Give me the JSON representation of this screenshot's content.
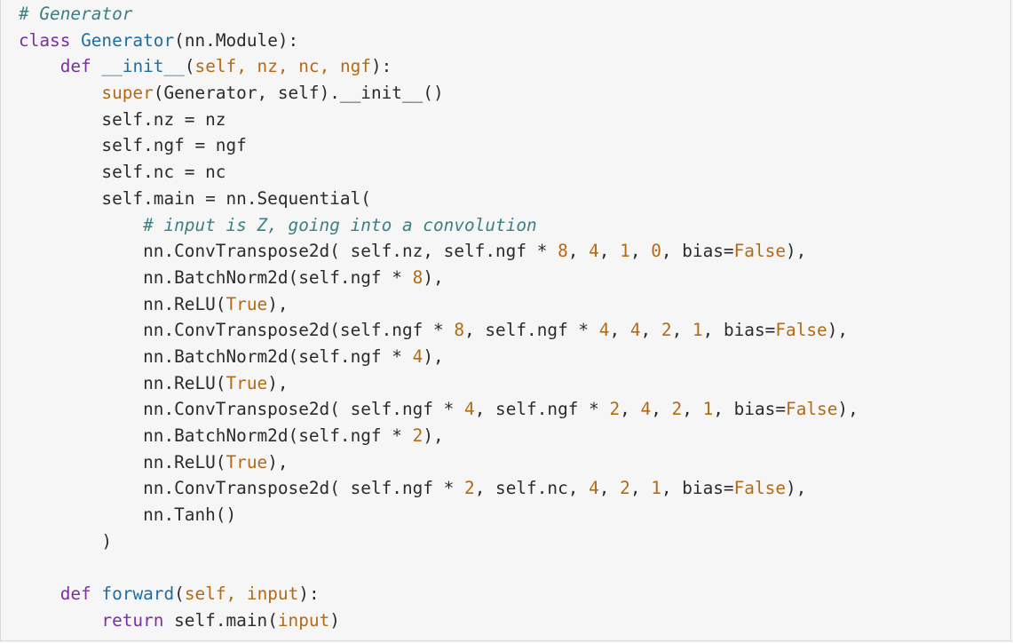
{
  "theme": {
    "background": "#f6f6f6",
    "border": "#d9d9d9",
    "plain": "#2b2b2b",
    "comment": "#3e7f86",
    "keyword": "#7a2fa3",
    "name": "#1e6e9e",
    "literal": "#b46a14"
  },
  "code": {
    "lines": [
      [
        [
          "comment",
          "# Generator"
        ]
      ],
      [
        [
          "keyword",
          "class"
        ],
        [
          "plain",
          " "
        ],
        [
          "class",
          "Generator"
        ],
        [
          "plain",
          "(nn.Module):"
        ]
      ],
      [
        [
          "plain",
          "    "
        ],
        [
          "keyword",
          "def"
        ],
        [
          "plain",
          " "
        ],
        [
          "fn",
          "__init__"
        ],
        [
          "plain",
          "("
        ],
        [
          "param",
          "self, nz, nc, ngf"
        ],
        [
          "plain",
          "):"
        ]
      ],
      [
        [
          "plain",
          "        "
        ],
        [
          "builtin",
          "super"
        ],
        [
          "plain",
          "(Generator, self).__init__()"
        ]
      ],
      [
        [
          "plain",
          "        self.nz = nz"
        ]
      ],
      [
        [
          "plain",
          "        self.ngf = ngf"
        ]
      ],
      [
        [
          "plain",
          "        self.nc = nc"
        ]
      ],
      [
        [
          "plain",
          "        self.main = nn.Sequential("
        ]
      ],
      [
        [
          "plain",
          "            "
        ],
        [
          "comment",
          "# input is Z, going into a convolution"
        ]
      ],
      [
        [
          "plain",
          "            nn.ConvTranspose2d( self.nz, self.ngf * "
        ],
        [
          "number",
          "8"
        ],
        [
          "plain",
          ", "
        ],
        [
          "number",
          "4"
        ],
        [
          "plain",
          ", "
        ],
        [
          "number",
          "1"
        ],
        [
          "plain",
          ", "
        ],
        [
          "number",
          "0"
        ],
        [
          "plain",
          ", bias="
        ],
        [
          "const",
          "False"
        ],
        [
          "plain",
          "),"
        ]
      ],
      [
        [
          "plain",
          "            nn.BatchNorm2d(self.ngf * "
        ],
        [
          "number",
          "8"
        ],
        [
          "plain",
          "),"
        ]
      ],
      [
        [
          "plain",
          "            nn.ReLU("
        ],
        [
          "const",
          "True"
        ],
        [
          "plain",
          "),"
        ]
      ],
      [
        [
          "plain",
          "            nn.ConvTranspose2d(self.ngf * "
        ],
        [
          "number",
          "8"
        ],
        [
          "plain",
          ", self.ngf * "
        ],
        [
          "number",
          "4"
        ],
        [
          "plain",
          ", "
        ],
        [
          "number",
          "4"
        ],
        [
          "plain",
          ", "
        ],
        [
          "number",
          "2"
        ],
        [
          "plain",
          ", "
        ],
        [
          "number",
          "1"
        ],
        [
          "plain",
          ", bias="
        ],
        [
          "const",
          "False"
        ],
        [
          "plain",
          "),"
        ]
      ],
      [
        [
          "plain",
          "            nn.BatchNorm2d(self.ngf * "
        ],
        [
          "number",
          "4"
        ],
        [
          "plain",
          "),"
        ]
      ],
      [
        [
          "plain",
          "            nn.ReLU("
        ],
        [
          "const",
          "True"
        ],
        [
          "plain",
          "),"
        ]
      ],
      [
        [
          "plain",
          "            nn.ConvTranspose2d( self.ngf * "
        ],
        [
          "number",
          "4"
        ],
        [
          "plain",
          ", self.ngf * "
        ],
        [
          "number",
          "2"
        ],
        [
          "plain",
          ", "
        ],
        [
          "number",
          "4"
        ],
        [
          "plain",
          ", "
        ],
        [
          "number",
          "2"
        ],
        [
          "plain",
          ", "
        ],
        [
          "number",
          "1"
        ],
        [
          "plain",
          ", bias="
        ],
        [
          "const",
          "False"
        ],
        [
          "plain",
          "),"
        ]
      ],
      [
        [
          "plain",
          "            nn.BatchNorm2d(self.ngf * "
        ],
        [
          "number",
          "2"
        ],
        [
          "plain",
          "),"
        ]
      ],
      [
        [
          "plain",
          "            nn.ReLU("
        ],
        [
          "const",
          "True"
        ],
        [
          "plain",
          "),"
        ]
      ],
      [
        [
          "plain",
          "            nn.ConvTranspose2d( self.ngf * "
        ],
        [
          "number",
          "2"
        ],
        [
          "plain",
          ", self.nc, "
        ],
        [
          "number",
          "4"
        ],
        [
          "plain",
          ", "
        ],
        [
          "number",
          "2"
        ],
        [
          "plain",
          ", "
        ],
        [
          "number",
          "1"
        ],
        [
          "plain",
          ", bias="
        ],
        [
          "const",
          "False"
        ],
        [
          "plain",
          "),"
        ]
      ],
      [
        [
          "plain",
          "            nn.Tanh()"
        ]
      ],
      [
        [
          "plain",
          "        )"
        ]
      ],
      [
        [
          "plain",
          ""
        ]
      ],
      [
        [
          "plain",
          "    "
        ],
        [
          "keyword",
          "def"
        ],
        [
          "plain",
          " "
        ],
        [
          "fn",
          "forward"
        ],
        [
          "plain",
          "("
        ],
        [
          "param",
          "self, input"
        ],
        [
          "plain",
          "):"
        ]
      ],
      [
        [
          "plain",
          "        "
        ],
        [
          "keyword",
          "return"
        ],
        [
          "plain",
          " self.main("
        ],
        [
          "builtin",
          "input"
        ],
        [
          "plain",
          ")"
        ]
      ]
    ]
  }
}
